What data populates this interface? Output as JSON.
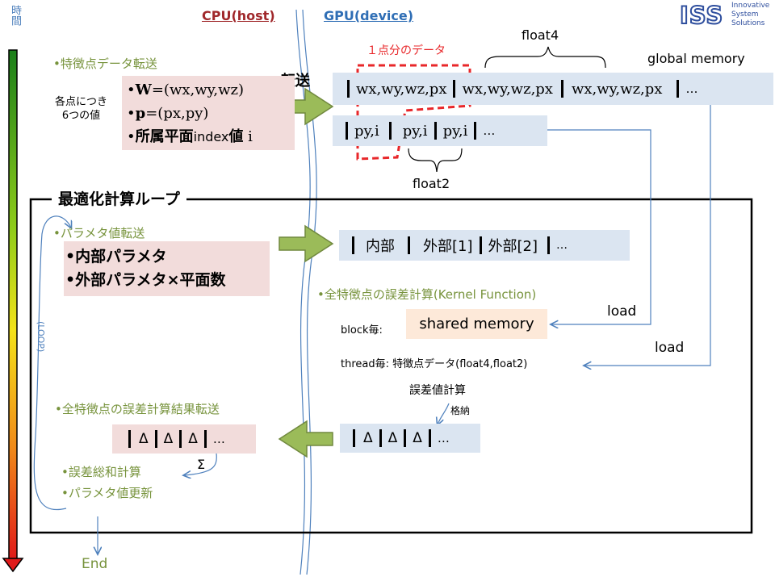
{
  "timeline": {
    "label": "時間"
  },
  "header": {
    "cpu": "CPU(host)",
    "gpu": "GPU(device)"
  },
  "logo": {
    "text": "ISS",
    "line1": "Innovative",
    "line2": "System",
    "line3": "Solutions"
  },
  "annot": {
    "one_point": "１点分のデータ",
    "float4": "float4",
    "float2": "float2",
    "global_memory": "global memory",
    "transfer": "転送"
  },
  "feature": {
    "title": "•特徴点データ転送",
    "side1": "各点につき",
    "side2": "6つの値",
    "w_bold": "W",
    "w_rest": "=(wx,wy,wz)",
    "p_bold": "p",
    "p_rest": "=(px,py)",
    "plane_a": "所属平面",
    "plane_b": "index",
    "plane_c": "値",
    "plane_d": "i"
  },
  "gmem_row1": [
    "wx,wy,wz,px",
    "wx,wy,wz,px",
    "wx,wy,wz,px",
    "…"
  ],
  "gmem_row2": [
    "py,i",
    "py,i",
    "py,i",
    "…"
  ],
  "loop": {
    "title": "最適化計算ループ",
    "loop_label": "(LOOP)",
    "param_title": "•パラメタ値転送",
    "param1": "•内部パラメタ",
    "param2": "•外部パラメタ×平面数",
    "param_cells": [
      "内部",
      "外部[1]",
      "外部[2]",
      "…"
    ],
    "kernel": "•全特徴点の誤差計算(Kernel  Function)",
    "load1": "load",
    "load2": "load",
    "block_label": "block毎:",
    "shared_memory": "shared memory",
    "thread_label": "thread毎: 特徴点データ(float4,float2)",
    "error_calc": "誤差値計算",
    "store": "格納",
    "result_title": "•全特徴点の誤差計算結果転送",
    "delta_cells": [
      "Δ",
      "Δ",
      "Δ",
      "…"
    ],
    "cpu_delta_cells": [
      "Δ",
      "Δ",
      "Δ",
      "…"
    ],
    "sigma": "Σ",
    "sum_title": "•誤差総和計算",
    "update_title": "•パラメタ値更新",
    "end": "End"
  },
  "colors": {
    "cpu": "#a0282b",
    "gpu": "#2f6eb5",
    "green": "#77933c",
    "arrow_fill": "#9bbb59",
    "arrow_stroke": "#71893f",
    "dash": "#e8272a",
    "line_blue": "#4f81bd"
  }
}
